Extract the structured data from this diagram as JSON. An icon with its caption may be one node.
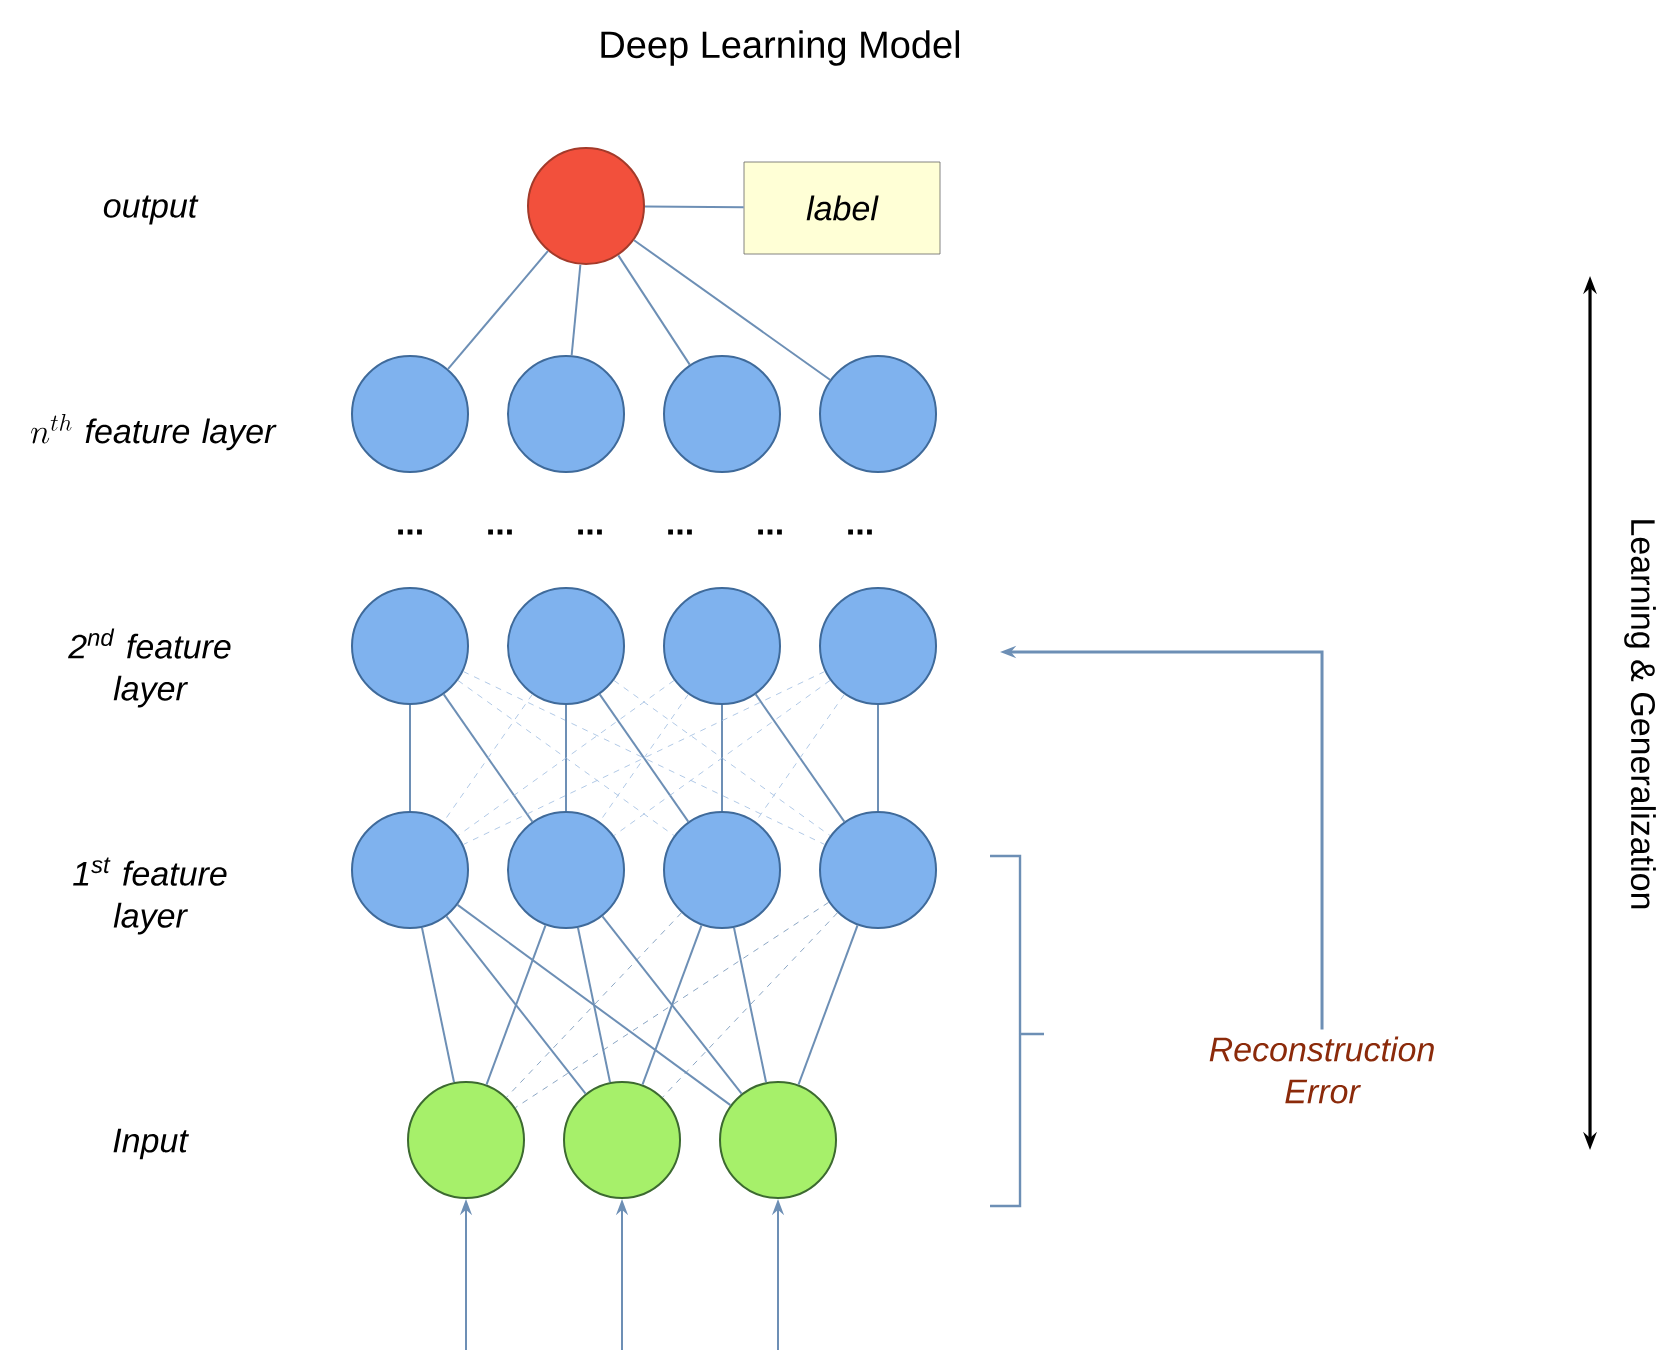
{
  "diagram": {
    "title": "Deep Learning Model",
    "nodes": [
      {
        "text": [],
        "shape": "circle"
      },
      {
        "text": [
          "label"
        ]
      },
      {
        "text": [],
        "shape": "circle"
      },
      {
        "text": [],
        "shape": "circle"
      },
      {
        "text": [],
        "shape": "circle"
      },
      {
        "text": [],
        "shape": "circle"
      },
      {
        "text": [],
        "shape": "circle"
      },
      {
        "text": [],
        "shape": "circle"
      },
      {
        "text": [],
        "shape": "circle"
      },
      {
        "text": [],
        "shape": "circle"
      },
      {
        "text": [],
        "shape": "circle"
      },
      {
        "text": [],
        "shape": "circle"
      },
      {
        "text": [],
        "shape": "circle"
      },
      {
        "text": [],
        "shape": "circle"
      },
      {
        "text": [],
        "shape": "circle"
      },
      {
        "text": [],
        "shape": "circle"
      },
      {
        "text": [],
        "shape": "circle"
      },
      {
        "text": [
          "Reconstruction Error"
        ]
      }
    ],
    "edges": [
      {
        "from": 0,
        "to": 1,
        "arrow": "none"
      },
      {
        "from": 0,
        "to": 2,
        "arrow": "none"
      },
      {
        "from": 0,
        "to": 3,
        "arrow": "none"
      },
      {
        "from": 0,
        "to": 4,
        "arrow": "none"
      },
      {
        "from": 0,
        "to": 5,
        "arrow": "none"
      },
      {
        "from": 6,
        "to": 10,
        "arrow": "none"
      },
      {
        "from": 6,
        "to": 11,
        "arrow": "none"
      },
      {
        "from": 6,
        "to": 12,
        "arrow": "none",
        "style": "dashed",
        "color": "#9dbbe0"
      },
      {
        "from": 6,
        "to": 13,
        "arrow": "none",
        "style": "dashed",
        "color": "#9dbbe0"
      },
      {
        "from": 7,
        "to": 10,
        "arrow": "none",
        "style": "dashed",
        "color": "#9dbbe0"
      },
      {
        "from": 7,
        "to": 11,
        "arrow": "none"
      },
      {
        "from": 7,
        "to": 12,
        "arrow": "none"
      },
      {
        "from": 7,
        "to": 13,
        "arrow": "none",
        "style": "dashed",
        "color": "#9dbbe0"
      },
      {
        "from": 8,
        "to": 10,
        "arrow": "none",
        "style": "dashed",
        "color": "#9dbbe0"
      },
      {
        "from": 8,
        "to": 11,
        "arrow": "none",
        "style": "dashed",
        "color": "#9dbbe0"
      },
      {
        "from": 8,
        "to": 12,
        "arrow": "none"
      },
      {
        "from": 8,
        "to": 13,
        "arrow": "none"
      },
      {
        "from": 9,
        "to": 10,
        "arrow": "none",
        "style": "dashed",
        "color": "#9dbbe0"
      },
      {
        "from": 9,
        "to": 11,
        "arrow": "none",
        "style": "dashed",
        "color": "#9dbbe0"
      },
      {
        "from": 9,
        "to": 12,
        "arrow": "none",
        "style": "dashed",
        "color": "#9dbbe0"
      },
      {
        "from": 9,
        "to": 13,
        "arrow": "none"
      },
      {
        "from": 10,
        "to": 14,
        "arrow": "none"
      },
      {
        "from": 10,
        "to": 15,
        "arrow": "none"
      },
      {
        "from": 10,
        "to": 16,
        "arrow": "none"
      },
      {
        "from": 11,
        "to": 14,
        "arrow": "none"
      },
      {
        "from": 11,
        "to": 15,
        "arrow": "none"
      },
      {
        "from": 11,
        "to": 16,
        "arrow": "none"
      },
      {
        "from": 12,
        "to": 14,
        "arrow": "none",
        "style": "dashed"
      },
      {
        "from": 12,
        "to": 15,
        "arrow": "none"
      },
      {
        "from": 12,
        "to": 16,
        "arrow": "none"
      },
      {
        "from": 13,
        "to": 14,
        "arrow": "none",
        "style": "dashed"
      },
      {
        "from": 13,
        "to": 15,
        "arrow": "none",
        "style": "dashed"
      },
      {
        "from": 13,
        "to": 16,
        "arrow": "none"
      },
      {
        "from": null,
        "to": 14,
        "arrow": "to"
      },
      {
        "from": null,
        "to": 15,
        "arrow": "to"
      },
      {
        "from": null,
        "to": 16,
        "arrow": "to"
      },
      {
        "from": 17,
        "to": null,
        "arrow": "to"
      }
    ],
    "labels": [
      "output",
      "n^{th}\\textit{ feature layer}",
      "...",
      "...",
      "...",
      "...",
      "...",
      "...",
      "2$^{nd}$ feature layer",
      "1$^{st}$ feature layer",
      "Input",
      "Learning & Generalization"
    ]
  }
}
